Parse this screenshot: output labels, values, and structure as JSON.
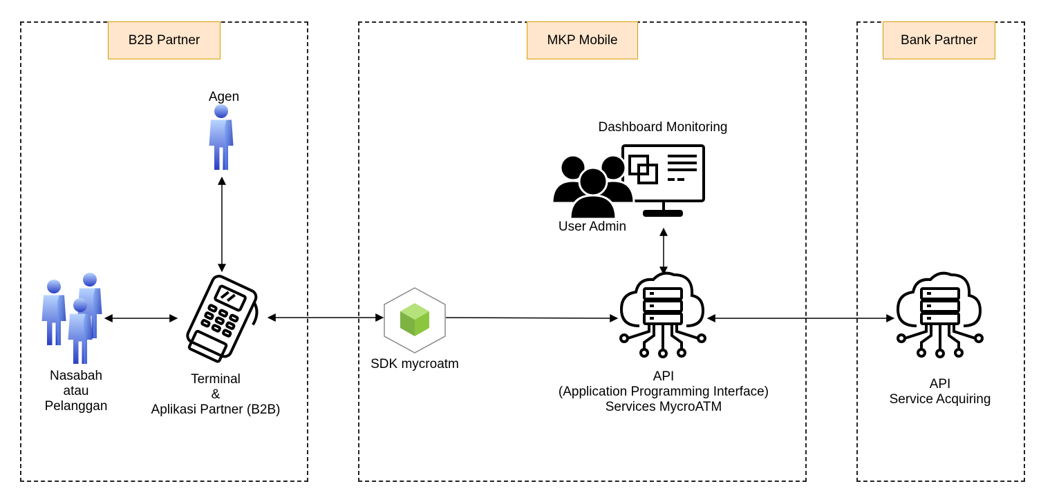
{
  "zones": {
    "b2b": {
      "title": "B2B Partner"
    },
    "mkp": {
      "title": "MKP Mobile"
    },
    "bank": {
      "title": "Bank Partner"
    }
  },
  "nodes": {
    "agen": "Agen",
    "nasabah": [
      "Nasabah",
      "atau",
      "Pelanggan"
    ],
    "terminal": [
      "Terminal",
      "&",
      "Aplikasi Partner (B2B)"
    ],
    "sdk": "SDK mycroatm",
    "dashboard": "Dashboard Monitoring",
    "admin": "User Admin",
    "api_mkp": [
      "API",
      "(Application Programming Interface)",
      "Services MycroATM"
    ],
    "api_bank": [
      "API",
      "Service Acquiring"
    ]
  },
  "colors": {
    "tag_fill": "#ffe6cc",
    "tag_border": "#d79b00",
    "person_light": "#a9c8ff",
    "person_dark": "#2a3fc4",
    "cube_green": "#8cc63f"
  }
}
